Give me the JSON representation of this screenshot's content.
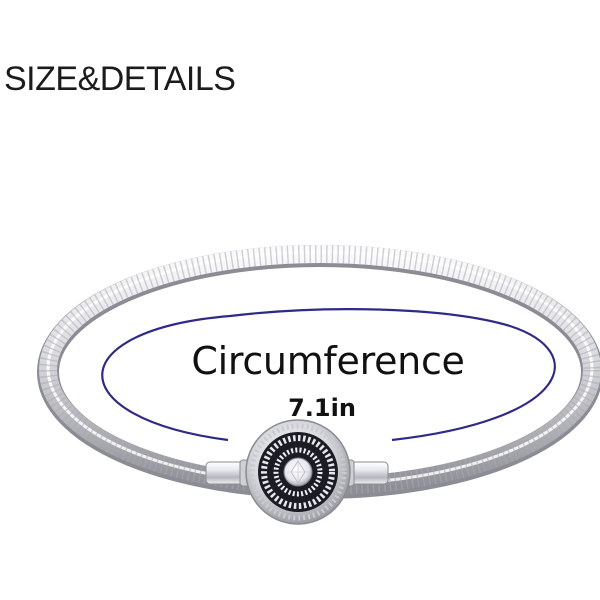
{
  "heading": "SIZE&DETAILS",
  "measurement": {
    "label": "Circumference",
    "value": "7.1in"
  },
  "colors": {
    "background": "#ffffff",
    "heading_text": "#1b1b1b",
    "measure_line": "#2e2a86",
    "silver_light": "#f4f4f6",
    "silver_dark": "#9a9ba2",
    "clasp_enamel": "#1c1c24"
  }
}
